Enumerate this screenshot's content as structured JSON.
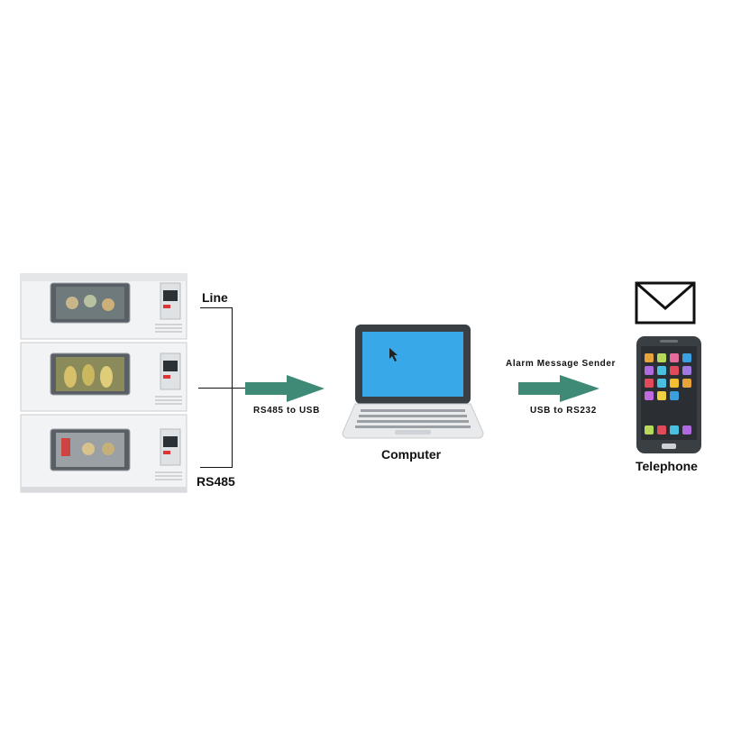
{
  "labels": {
    "line": "Line",
    "rs485": "RS485",
    "rs485_to_usb": "RS485 to USB",
    "computer": "Computer",
    "alarm_message_sender": "Alarm Message Sender",
    "usb_to_rs232": "USB to RS232",
    "telephone": "Telephone"
  },
  "colors": {
    "arrow": "#3f8a77",
    "screen": "#38a8e8",
    "phone_body": "#3a3f44"
  },
  "icons": {
    "incubator": "incubator-shaker-image",
    "computer": "laptop-icon",
    "message": "envelope-icon",
    "telephone": "smartphone-icon"
  }
}
